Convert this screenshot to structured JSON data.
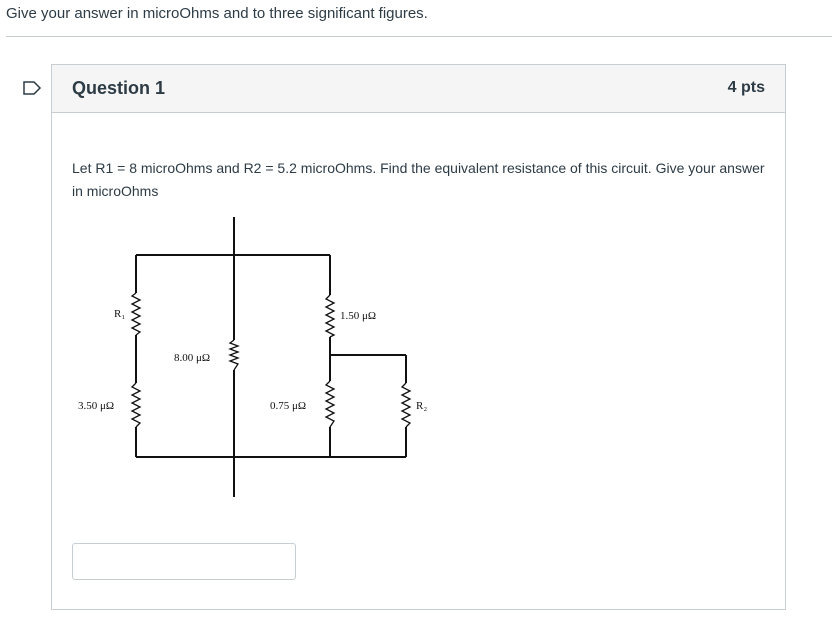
{
  "instructions": "Give your answer in microOhms and to three significant figures.",
  "question": {
    "title": "Question 1",
    "points": "4 pts",
    "text": "Let R1 = 8 microOhms and R2 = 5.2 microOhms. Find the equivalent resistance of this circuit. Give your answer in microOhms"
  },
  "circuit": {
    "labels": {
      "r1": "R₁",
      "r1_value": "3.50 μΩ",
      "middle": "8.00 μΩ",
      "top_right": "1.50 μΩ",
      "bottom_mid": "0.75 μΩ",
      "r2": "R₂"
    }
  },
  "answer": {
    "value": ""
  }
}
